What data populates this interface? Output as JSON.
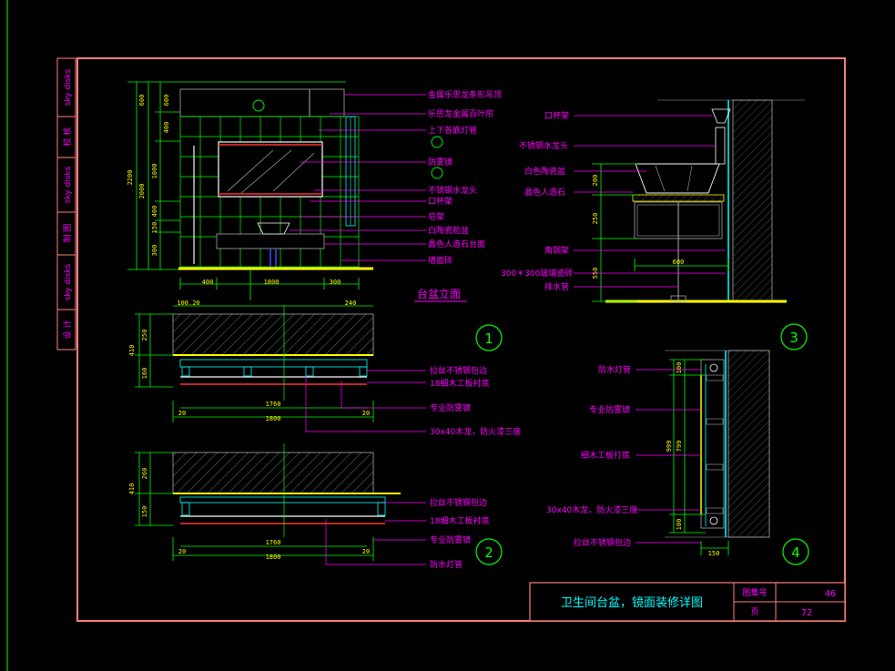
{
  "sidebar": {
    "items": [
      "sky disks",
      "校 核",
      "sky disks",
      "制 图",
      "sky disks",
      "设 计"
    ]
  },
  "title_block": {
    "title": "卫生间台盆，镜面装修详图",
    "atlas_label": "图集号",
    "atlas_value": "46",
    "page_label": "页",
    "page_value": "72"
  },
  "elevation": {
    "heading": "台盆立面",
    "labels": [
      "金属乐思龙条形吊顶",
      "乐思龙金属百叶帘",
      "上下各嵌灯管",
      "防雾镜",
      "不锈钢水龙头",
      "口杯架",
      "皂架",
      "白陶瓷脸盆",
      "晶色人造石台面",
      "墙面砖"
    ],
    "dims_left": [
      "600",
      "600",
      "400",
      "1000",
      "400",
      "150",
      "300",
      "2200",
      "2000"
    ],
    "dims_bottom": [
      "400",
      "1800",
      "300"
    ]
  },
  "section1": {
    "marker": "1",
    "labels": [
      "拉丝不锈钢包边",
      "18细木工板衬底",
      "专业防雾镜",
      "30x40木龙，防火漆三度"
    ],
    "dims_top": [
      "100.20",
      "240"
    ],
    "dims_left": [
      "410",
      "250",
      "160"
    ],
    "dims_bottom": [
      "1760",
      "20",
      "1800",
      "20"
    ]
  },
  "section2": {
    "marker": "2",
    "labels": [
      "拉丝不锈钢包边",
      "18细木工板衬底",
      "专业防雾镜",
      "防水灯管"
    ],
    "dims_left": [
      "410",
      "260",
      "150"
    ],
    "dims_bottom": [
      "1760",
      "20",
      "1800",
      "20"
    ]
  },
  "section3": {
    "marker": "3",
    "labels": [
      "口杯架",
      "不锈钢水龙头",
      "白色陶瓷盆",
      "晶色人造石",
      "角钢架",
      "300＊300玻璃瓷砖",
      "排水管"
    ],
    "dims_left": [
      "200",
      "250",
      "550"
    ],
    "dims_bottom": [
      "600"
    ]
  },
  "section4": {
    "marker": "4",
    "labels": [
      "防水灯管",
      "专业防雾镜",
      "细木工板打底",
      "30x40木龙，防火漆三度",
      "拉丝不锈钢包边"
    ],
    "dims_left": [
      "100",
      "999",
      "799",
      "100"
    ],
    "dims_bottom": [
      "150"
    ]
  },
  "colors": {
    "frame": "#ff8080",
    "magenta": "#ff00ff",
    "green": "#00ff00",
    "cyan": "#00ffff",
    "yellow": "#ffff00",
    "white": "#ffffff"
  }
}
